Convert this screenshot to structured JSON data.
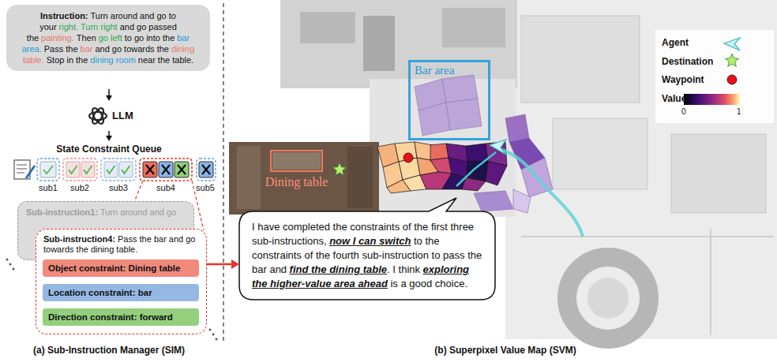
{
  "diagram": {
    "nodes": [
      {
        "text": [
          "Instruction:",
          "Turn around and go to your",
          "right.",
          "Turn right",
          "and go passed the",
          "painting.",
          "Then",
          "go left",
          "to go into the",
          "bar area.",
          "Pass the",
          "bar",
          "and go towards the",
          "dining table.",
          "Stop in the",
          "dining room",
          "near the table."
        ]
      },
      {
        "text": [
          "Sub-instruction1:",
          "Turn around and go"
        ]
      },
      {
        "text": [
          "Sub-instruction4:",
          "Pass the bar and go towards the dining table."
        ]
      },
      {
        "text": [
          "Object constraint: Dining table"
        ],
        "in": 2
      },
      {
        "text": [
          "Location constraint: bar"
        ],
        "in": 2
      },
      {
        "text": [
          "Direction constraint: forward"
        ],
        "in": 2
      },
      {
        "text": [
          "Bar area"
        ]
      },
      {
        "text": [
          "Dining table"
        ]
      },
      {
        "text": [
          "I have completed the constraints of the first three sub-instructions,",
          "now I can switch",
          "to the constraints of the fourth sub-instruction to pass the bar and",
          "find the dining table",
          ". I think",
          "exploring the higher-value area ahead",
          "is a good choice."
        ]
      }
    ],
    "edges": [
      {
        "from": 2,
        "to": 8,
        "arrow": "to"
      }
    ],
    "labels": [
      "LLM",
      "State Constraint Queue",
      "sub1",
      "sub2",
      "sub3",
      "sub4",
      "sub5",
      "(a) Sub-Instruction Manager (SIM)",
      "0",
      "1",
      "(b) Superpixel Value Map (SVM)"
    ],
    "legend": [
      {
        "text": "Agent"
      },
      {
        "text": "Destination"
      },
      {
        "text": "Waypoint"
      },
      {
        "text": "Value"
      }
    ]
  }
}
